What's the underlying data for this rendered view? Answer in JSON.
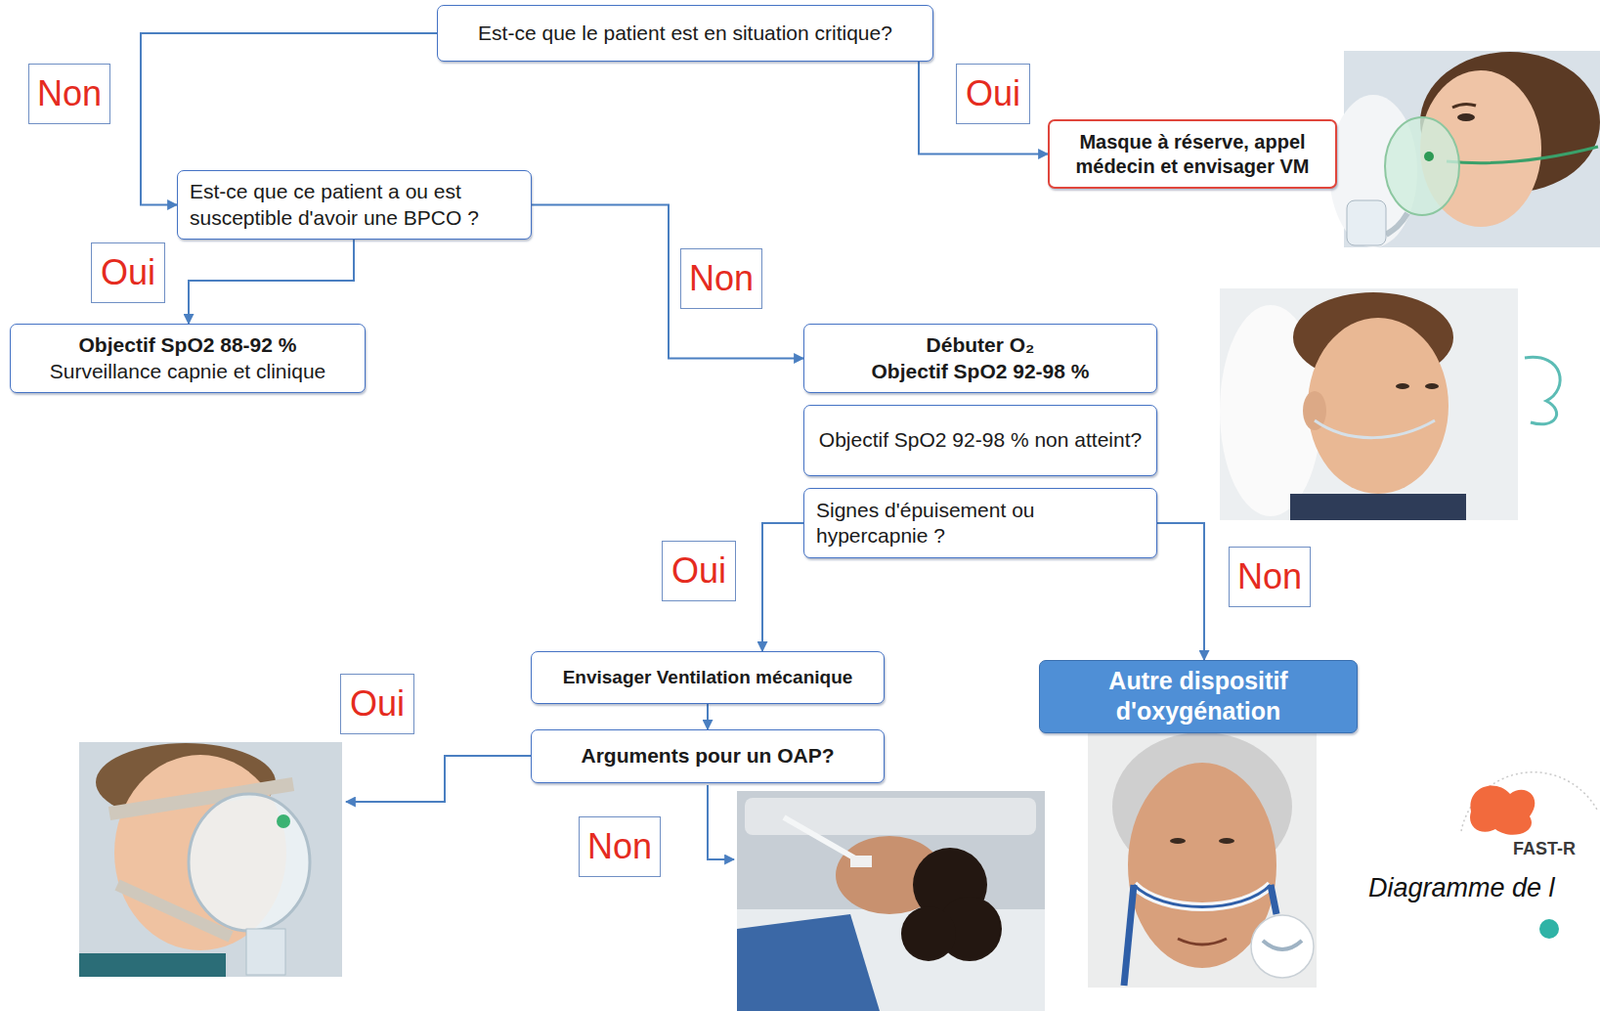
{
  "diagram": {
    "nodes": [
      {
        "text": [
          "Est-ce que le patient est en situation critique?"
        ]
      },
      {
        "text": [
          "Masque à réserve, appel médecin et envisager VM"
        ]
      },
      {
        "text": [
          "Est-ce que ce patient a ou est susceptible d'avoir une BPCO ?"
        ]
      },
      {
        "text": [
          "Objectif SpO2 88-92 %",
          "Surveillance capnie et clinique"
        ]
      },
      {
        "text": [
          "Débuter O₂",
          "Objectif SpO2 92-98 %"
        ]
      },
      {
        "text": [
          "Objectif SpO2 92-98 % non atteint?"
        ]
      },
      {
        "text": [
          "Signes d'épuisement ou hypercapnie ?"
        ]
      },
      {
        "text": [
          "Envisager Ventilation mécanique"
        ]
      },
      {
        "text": [
          "Arguments pour un OAP?"
        ]
      },
      {
        "text": [
          "Autre dispositif d'oxygénation"
        ]
      }
    ],
    "edges": [
      {
        "from": 0,
        "to": 2,
        "label": "Non",
        "arrow": "to"
      },
      {
        "from": 0,
        "to": 1,
        "label": "Oui",
        "arrow": "to"
      },
      {
        "from": 2,
        "to": 3,
        "label": "Oui",
        "arrow": "to"
      },
      {
        "from": 2,
        "to": 4,
        "label": "Non",
        "arrow": "to"
      },
      {
        "from": 6,
        "to": 7,
        "label": "Oui",
        "arrow": "to"
      },
      {
        "from": 6,
        "to": 9,
        "label": "Non",
        "arrow": "to"
      },
      {
        "from": 7,
        "to": 8,
        "arrow": "to"
      }
    ],
    "labels": [
      "Oui",
      "Non",
      "FAST-R",
      "Diagramme de l"
    ]
  }
}
